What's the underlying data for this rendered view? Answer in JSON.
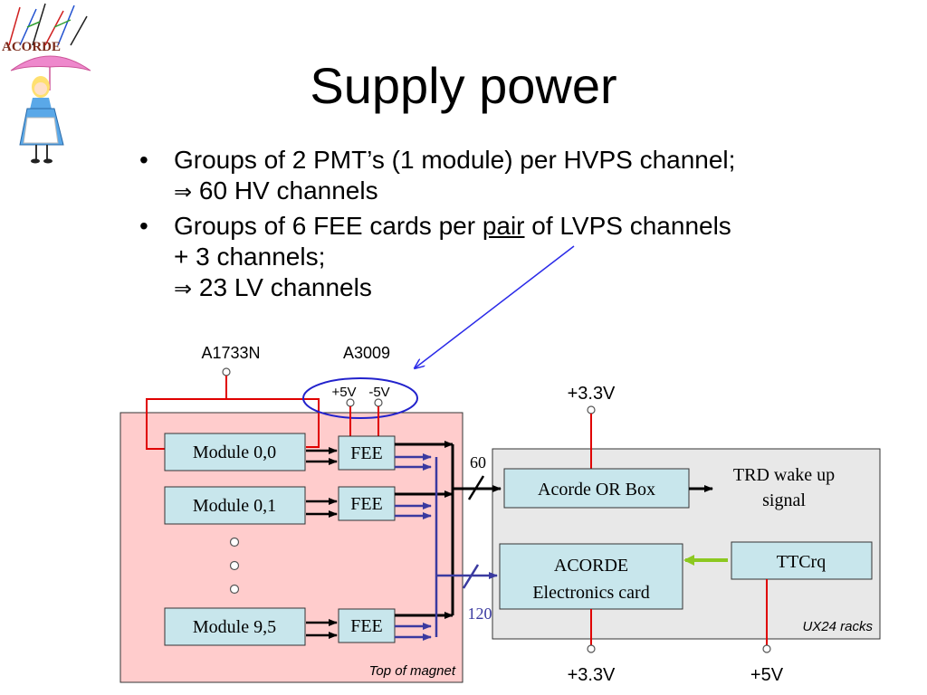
{
  "slide": {
    "title": "Supply power",
    "logo_text": "ACORDE",
    "bullets": [
      {
        "lines": [
          "Groups of 2 PMT’s (1 module) per HVPS channel;",
          "60 HV channels"
        ]
      },
      {
        "line1_pre": "Groups of 6 FEE cards per ",
        "line1_underlined": "pair",
        "line1_post": " of LVPS channels",
        "line2": "+ 3  channels;",
        "line3": "23 LV channels"
      }
    ],
    "implies_symbol": "⇒"
  },
  "diagram": {
    "hv_supply_label": "A1733N",
    "lv_supply_label": "A3009",
    "plus5_label": "+5V",
    "minus5_label": "-5V",
    "top_of_magnet_label": "Top of magnet",
    "modules": [
      "Module 0,0",
      "Module 0,1",
      "Module 9,5"
    ],
    "fee_label": "FEE",
    "ux24_label": "UX24 racks",
    "or_box_label": "Acorde OR Box",
    "electronics_card_line1": "ACORDE",
    "electronics_card_line2": "Electronics card",
    "ttcrq_label": "TTCrq",
    "trd_line1": "TRD wake up",
    "trd_line2": "signal",
    "bus_60_label": "60",
    "bus_120_label": "120",
    "or_box_supply": "+3.3V",
    "card_supply": "+3.3V",
    "ttcrq_supply": "+5V",
    "colors": {
      "magnet_fill": "#ffcccc",
      "rack_fill": "#e8e8e8",
      "box_fill": "#c8e6ec",
      "power_line": "#e00000",
      "bus": "#3a3aa0",
      "ellipse": "#2222cc",
      "ttc_arrow": "#8cc820"
    }
  }
}
